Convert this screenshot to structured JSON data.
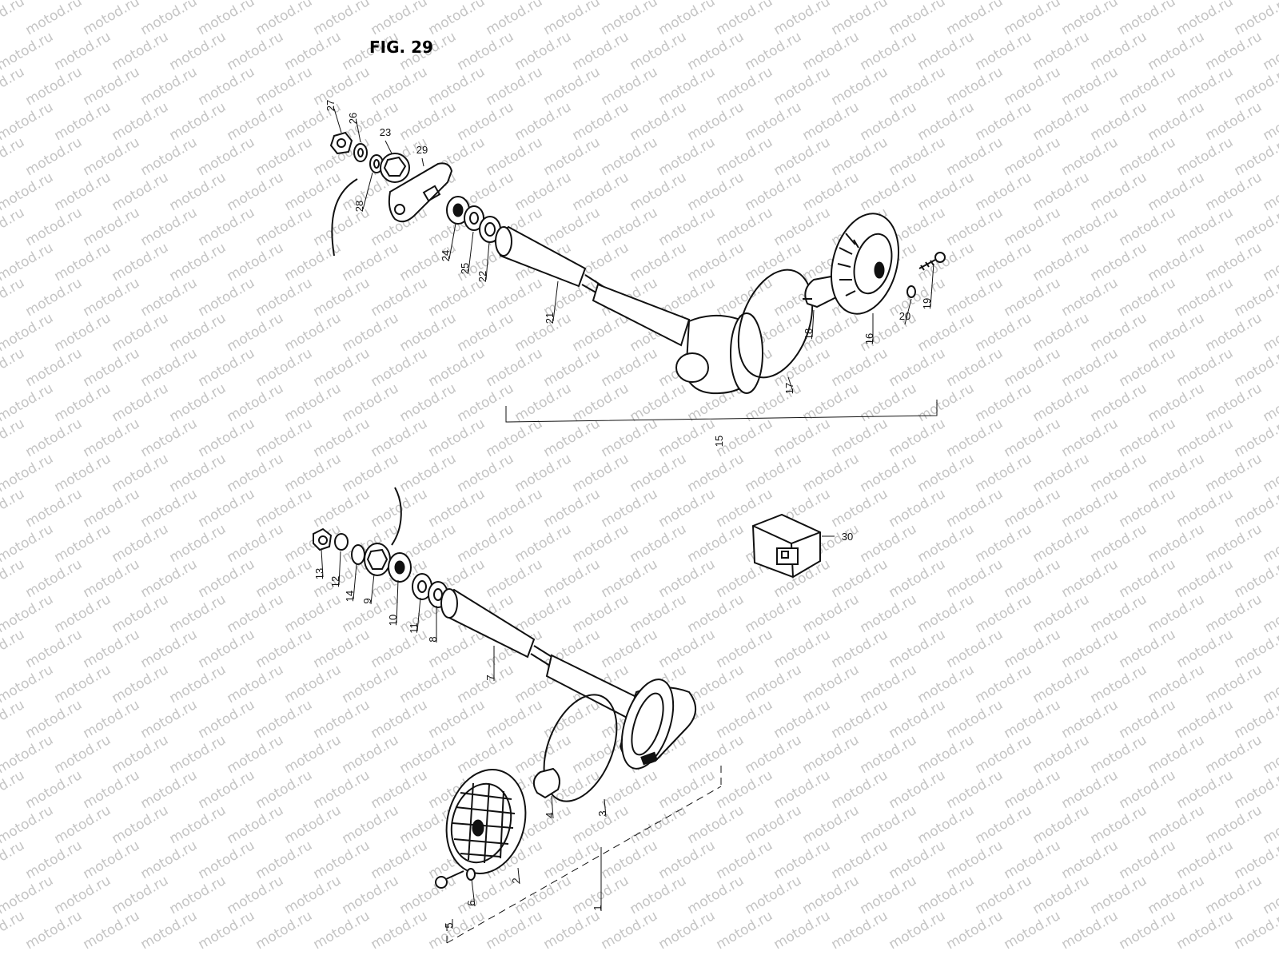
{
  "figure": {
    "title": "FIG. 29"
  },
  "watermark": {
    "text": "motod.ru"
  },
  "upper_assembly": {
    "group_label": "15",
    "parts": [
      "27",
      "26",
      "23",
      "29",
      "28",
      "24",
      "25",
      "22",
      "21",
      "17",
      "18",
      "16",
      "20",
      "19"
    ]
  },
  "lower_assembly": {
    "group_label": "1",
    "parts": [
      "13",
      "12",
      "14",
      "9",
      "10",
      "11",
      "8",
      "7",
      "3",
      "4",
      "2",
      "5",
      "6"
    ]
  },
  "relay": {
    "label": "30"
  },
  "icons": [
    "turn-signal-housing-icon",
    "lens-icon",
    "bulb-icon",
    "gasket-icon",
    "stem-icon",
    "bracket-icon",
    "relay-icon"
  ]
}
